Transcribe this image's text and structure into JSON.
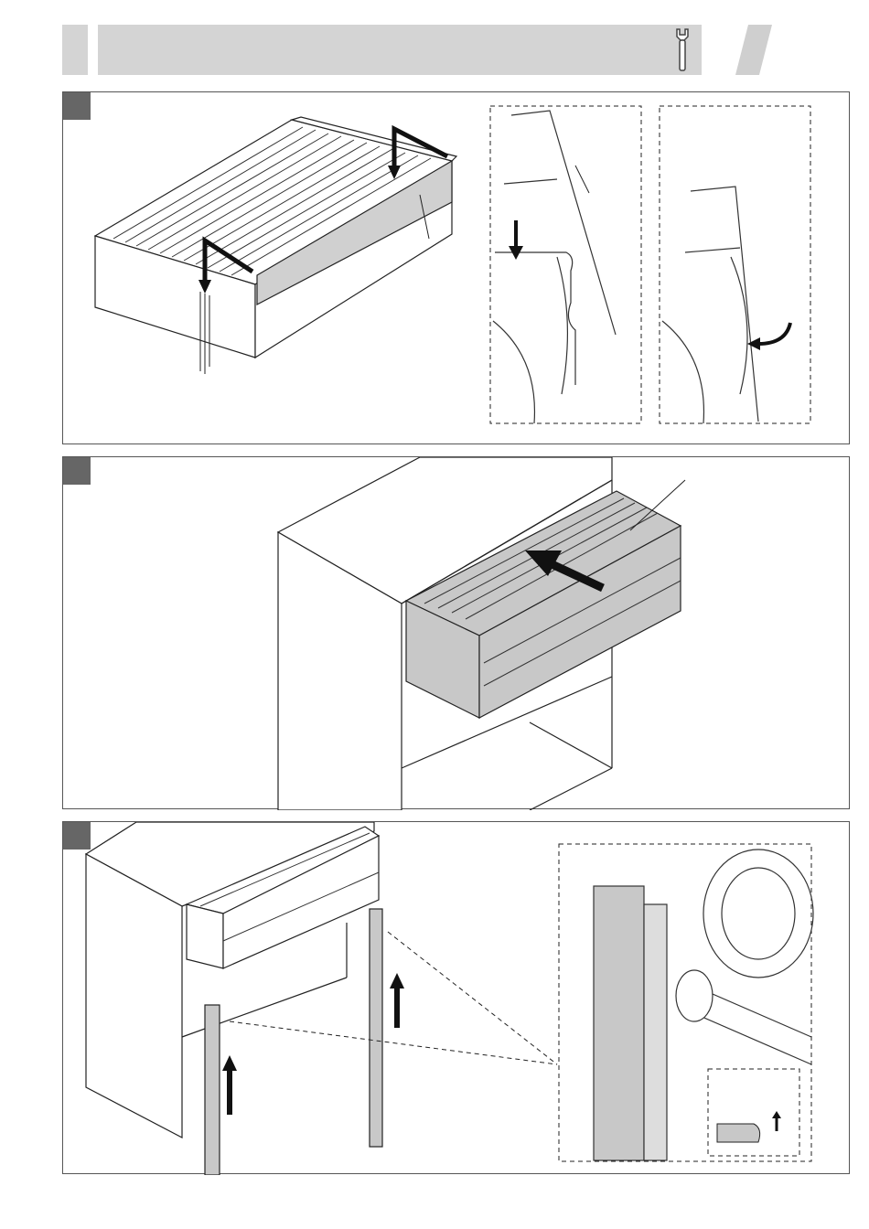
{
  "header": {
    "icon": "wrench-icon",
    "accent_color": "#d4d4d4"
  },
  "steps": [
    {
      "id": "step-1",
      "badge_color": "#666666"
    },
    {
      "id": "step-2",
      "badge_color": "#666666"
    },
    {
      "id": "step-3",
      "badge_color": "#666666"
    }
  ]
}
